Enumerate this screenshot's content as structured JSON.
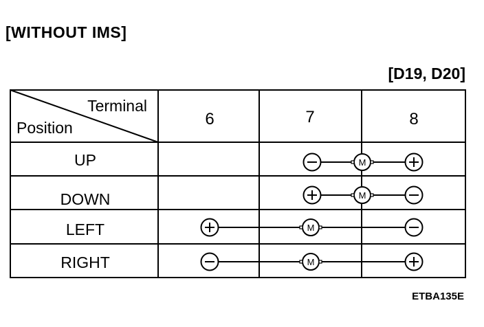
{
  "title": "[WITHOUT  IMS]",
  "connector": "[D19, D20]",
  "figure_code": "ETBA135E",
  "header": {
    "terminal_label": "Terminal",
    "position_label": "Position",
    "terminals": [
      "6",
      "7",
      "8"
    ]
  },
  "motor_symbol": "M",
  "rows": [
    {
      "position": "UP",
      "connections": [
        {
          "terminal": "7",
          "polarity": "-"
        },
        {
          "terminal": "8",
          "polarity": "+"
        }
      ]
    },
    {
      "position": "DOWN",
      "connections": [
        {
          "terminal": "7",
          "polarity": "+"
        },
        {
          "terminal": "8",
          "polarity": "-"
        }
      ]
    },
    {
      "position": "LEFT",
      "connections": [
        {
          "terminal": "6",
          "polarity": "+"
        },
        {
          "terminal": "8",
          "polarity": "-"
        }
      ]
    },
    {
      "position": "RIGHT",
      "connections": [
        {
          "terminal": "6",
          "polarity": "-"
        },
        {
          "terminal": "8",
          "polarity": "+"
        }
      ]
    }
  ]
}
